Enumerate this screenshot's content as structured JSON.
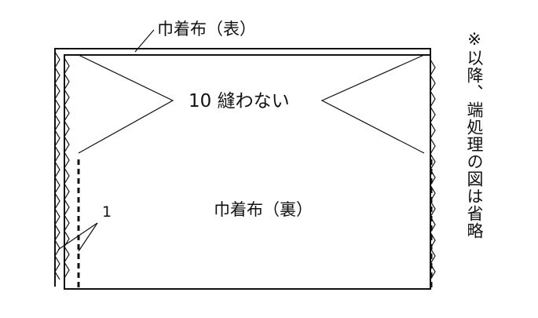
{
  "labels": {
    "outer_fabric": "巾着布（表）",
    "inner_fabric": "巾着布（裏）",
    "no_sew": "10 縫わない",
    "seam_allowance": "1",
    "note": "※以降、端処理の図は省略"
  },
  "colors": {
    "line": "#111111",
    "background": "#ffffff"
  }
}
